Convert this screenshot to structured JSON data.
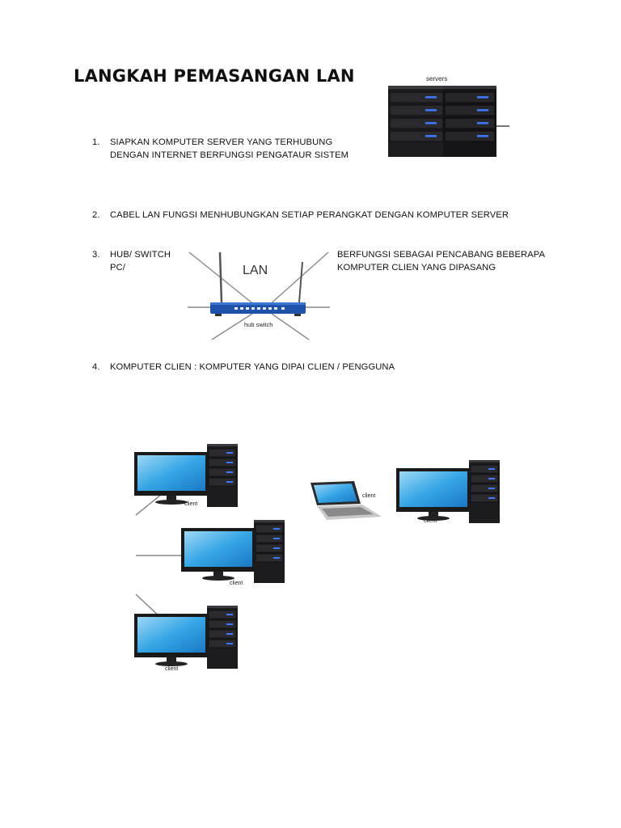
{
  "title": "LANGKAH PEMASANGAN LAN",
  "steps": [
    {
      "num": "1.",
      "line1": "SIAPKAN KOMPUTER SERVER  YANG TERHUBUNG",
      "line2": "DENGAN INTERNET BERFUNGSI PENGATAUR SISTEM"
    },
    {
      "num": "2.",
      "line1": "CABEL LAN FUNGSI MENHUBUNGKAN SETIAP PERANGKAT DENGAN KOMPUTER SERVER"
    },
    {
      "num": "3.",
      "line1": "HUB/ SWITCH",
      "line2": "PC/",
      "right1": "BERFUNGSI SEBAGAI PENCABANG BEBERAPA",
      "right2": "KOMPUTER CLIEN YANG DIPASANG"
    },
    {
      "num": "4.",
      "line1": "KOMPUTER CLIEN : KOMPUTER YANG DIPAI CLIEN / PENGGUNA"
    }
  ],
  "images": {
    "servers_label": "servers",
    "lan_label": "LAN",
    "hub_label": "hub switch",
    "client_label": "client"
  }
}
